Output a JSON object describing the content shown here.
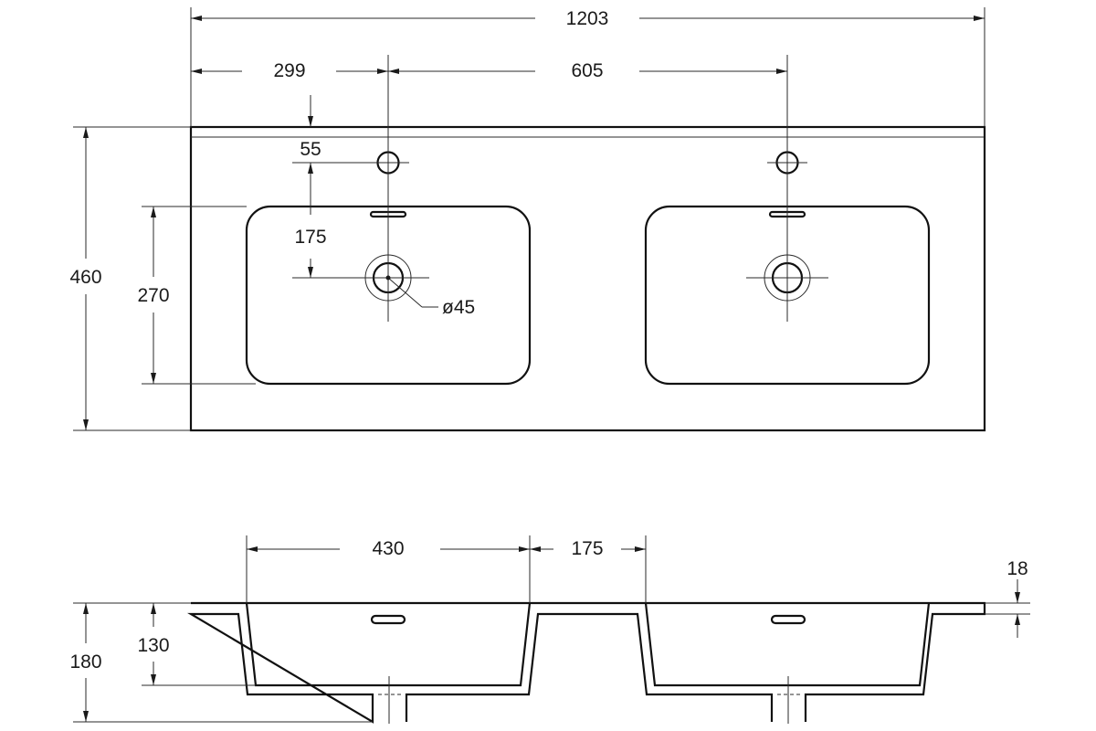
{
  "dimensions": {
    "overall_width": "1203",
    "tap_offset": "299",
    "tap_spacing": "605",
    "height": "460",
    "basin_depth": "270",
    "tap_from_edge": "55",
    "tap_to_drain": "175",
    "drain_diameter": "ø45",
    "basin_width": "430",
    "basin_gap": "175",
    "deck_thickness": "18",
    "bowl_depth": "130",
    "total_depth": "180"
  }
}
